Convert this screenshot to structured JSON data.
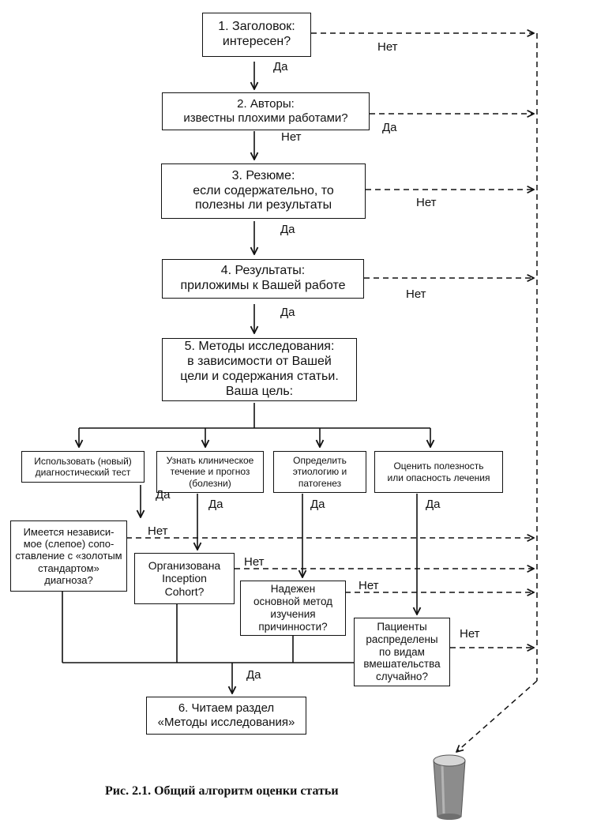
{
  "boxes": {
    "title_question": "1. Заголовок:\nинтересен?",
    "authors_question": "2. Авторы:\nизвестны плохими работами?",
    "abstract_question": "3. Резюме:\nесли содержательно, то\nполезны ли результаты",
    "results_question": "4. Результаты:\nприложимы к Вашей работе",
    "methods_question": "5. Методы исследования:\nв зависимости от Вашей\nцели и содержания статьи.\nВаша цель:",
    "goal_diagnostic": "Использовать (новый)\nдиагностический тест",
    "goal_prognosis": "Узнать клиническое\nтечение и прогноз\n(болезни)",
    "goal_etiology": "Определить\nэтиологию и\nпатогенез",
    "goal_treatment": "Оценить полезность\nили опасность лечения",
    "check_gold_standard": "Имеется независи-\nмое (слепое) сопо-\nставление с «золотым\nстандартом»\nдиагноза?",
    "check_inception_cohort": "Организована\nInception\nCohort?",
    "check_causality_method": "Надежен\nосновной метод\nизучения\nпричинности?",
    "check_randomization": "Пациенты\nраспределены\nпо видам\nвмешательства\nслучайно?",
    "read_methods": "6. Читаем раздел\n«Методы исследования»"
  },
  "labels": {
    "no": "Нет",
    "yes": "Да"
  },
  "caption": "Рис. 2.1. Общий алгоритм оценки статьи",
  "colors": {
    "ink": "#111111",
    "bin_body": "#8c8c8c",
    "bin_rim": "#d6d6d6"
  },
  "icons": {
    "bin": "trash-bin-icon"
  }
}
